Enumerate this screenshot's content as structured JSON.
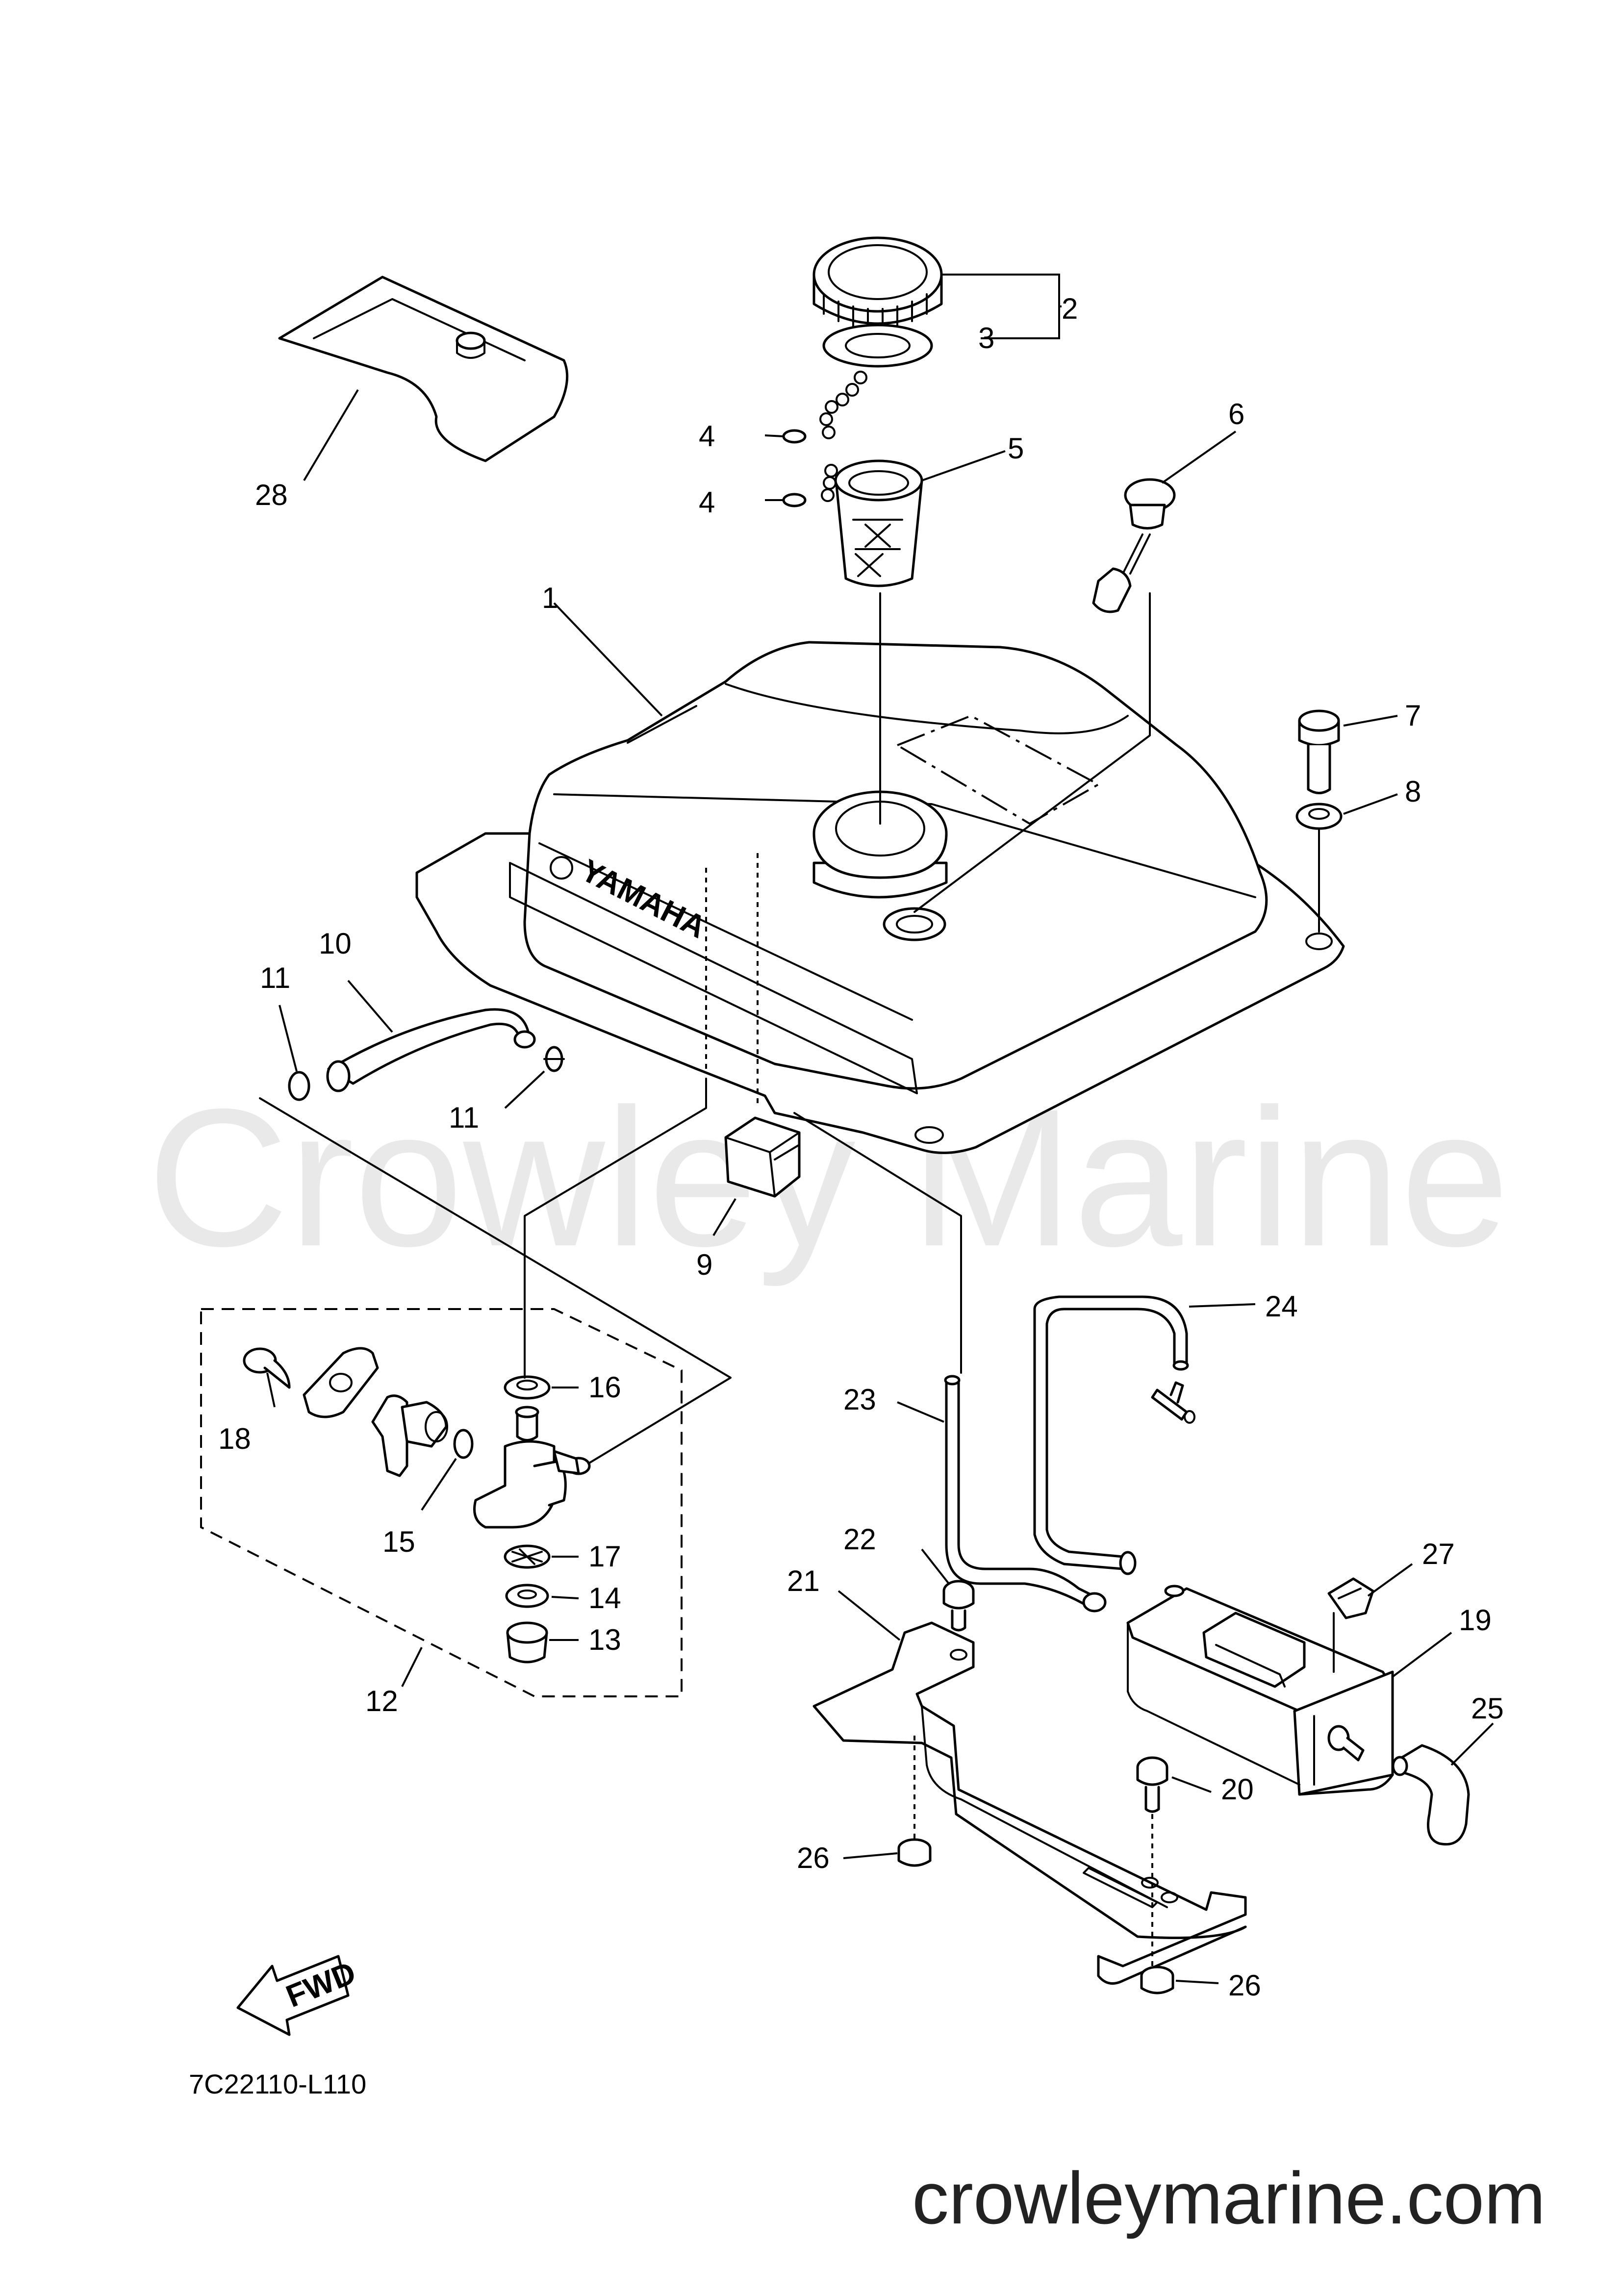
{
  "watermark": "Crowley Marine",
  "footer_url": "crowleymarine.com",
  "diagram_code": "7C22110-L110",
  "fwd_badge": "FWD",
  "brand_mark": "YAMAHA",
  "callouts": [
    "1",
    "2",
    "3",
    "4",
    "4",
    "5",
    "6",
    "7",
    "8",
    "9",
    "10",
    "11",
    "11",
    "12",
    "13",
    "14",
    "15",
    "16",
    "17",
    "18",
    "19",
    "20",
    "21",
    "22",
    "23",
    "24",
    "25",
    "26",
    "26",
    "27",
    "28"
  ]
}
